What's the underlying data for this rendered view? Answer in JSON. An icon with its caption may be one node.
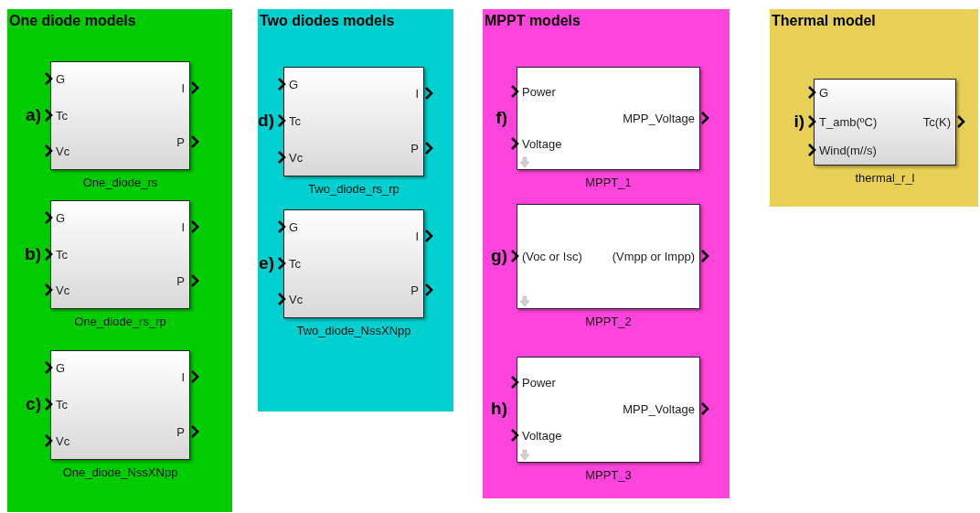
{
  "diagram": {
    "nodes": [
      {
        "text": [
          "One diode models"
        ]
      },
      {
        "text": [
          "G",
          "Tc",
          "Vc",
          "I",
          "P"
        ],
        "in": 0,
        "beside": [
          "a)",
          "One_diode_rs"
        ]
      },
      {
        "text": [
          "G",
          "Tc",
          "Vc",
          "I",
          "P"
        ],
        "in": 0,
        "beside": [
          "b)",
          "One_diode_rs_rp"
        ]
      },
      {
        "text": [
          "G",
          "Tc",
          "Vc",
          "I",
          "P"
        ],
        "in": 0,
        "beside": [
          "c)",
          "One_diode_NssXNpp"
        ]
      },
      {
        "text": [
          "Two diodes models"
        ]
      },
      {
        "text": [
          "G",
          "Tc",
          "Vc",
          "I",
          "P"
        ],
        "in": 4,
        "beside": [
          "d)",
          "Two_diode_rs_rp"
        ]
      },
      {
        "text": [
          "G",
          "Tc",
          "Vc",
          "I",
          "P"
        ],
        "in": 4,
        "beside": [
          "e)",
          "Two_diode_NssXNpp"
        ]
      },
      {
        "text": [
          "MPPT models"
        ]
      },
      {
        "text": [
          "Power",
          "Voltage",
          "MPP_Voltage"
        ],
        "in": 7,
        "beside": [
          "f)",
          "MPPT_1"
        ]
      },
      {
        "text": [
          "(Voc or Isc)",
          "(Vmpp or Impp)"
        ],
        "in": 7,
        "beside": [
          "g)",
          "MPPT_2"
        ]
      },
      {
        "text": [
          "Power",
          "Voltage",
          "MPP_Voltage"
        ],
        "in": 7,
        "beside": [
          "h)",
          "MPPT_3"
        ]
      },
      {
        "text": [
          "Thermal model"
        ]
      },
      {
        "text": [
          "G",
          "T_amb(ºC)",
          "Wind(m//s)",
          "Tc(K)"
        ],
        "in": 11,
        "beside": [
          "i)",
          "thermal_r_l"
        ]
      }
    ]
  }
}
